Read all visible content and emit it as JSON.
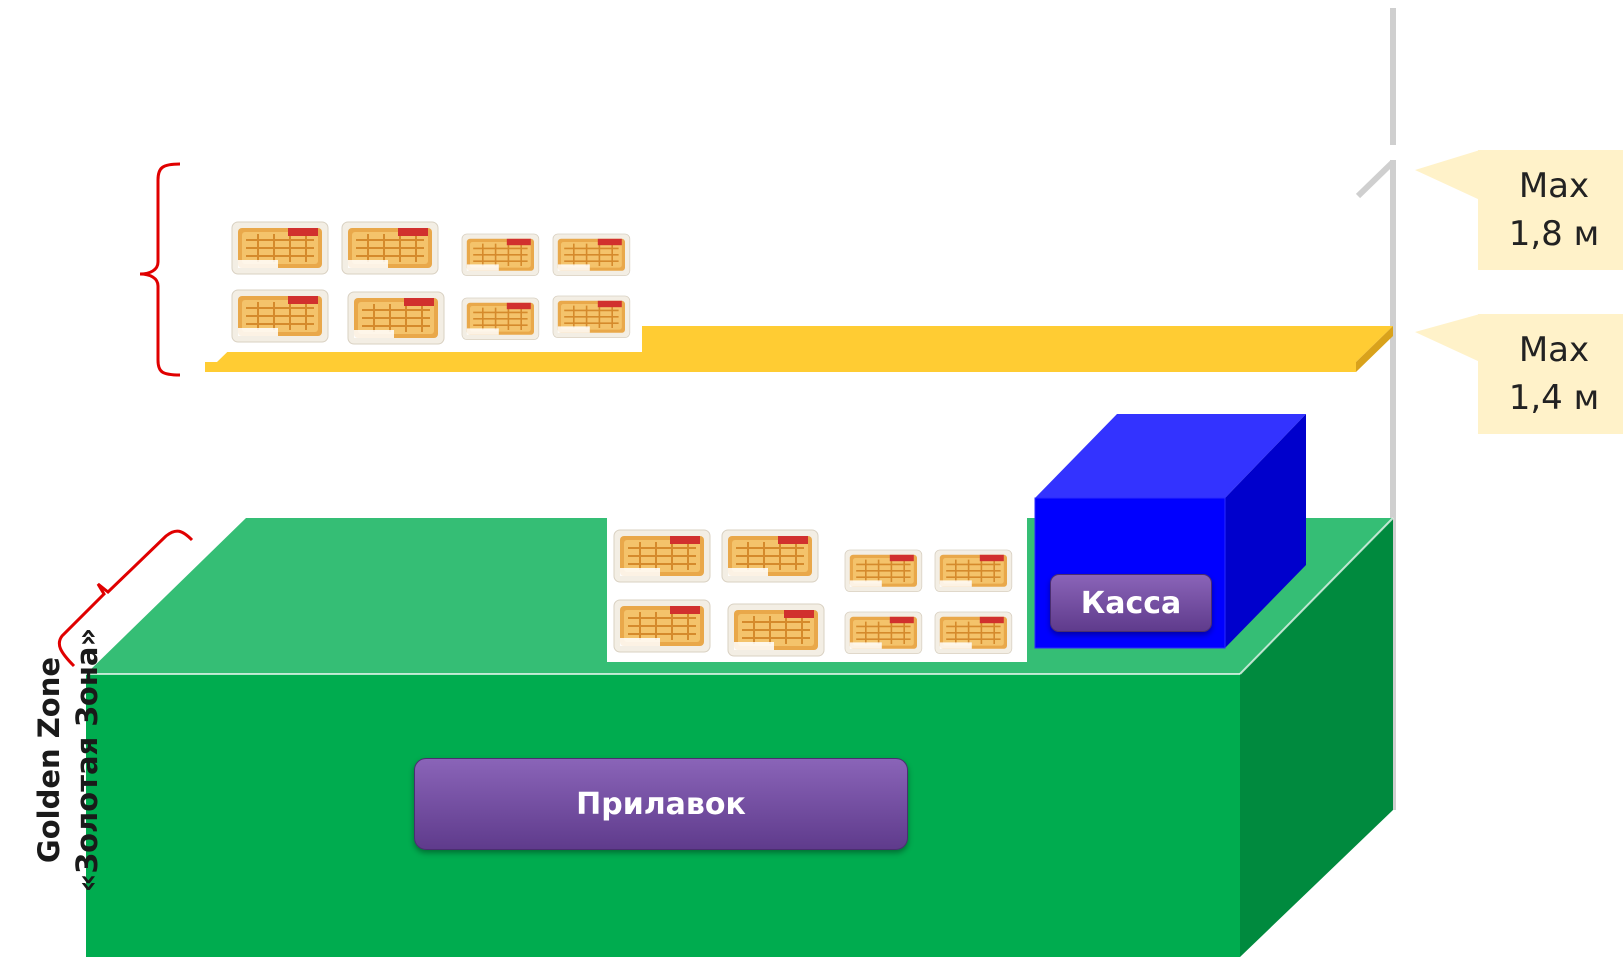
{
  "side_label": {
    "line1": "Golden Zone",
    "line2": "«Золотая Зона»"
  },
  "callouts": [
    {
      "line1": "Max",
      "line2": "1,8 м"
    },
    {
      "line1": "Max",
      "line2": "1,4 м"
    }
  ],
  "cash_register": {
    "label": "Касса"
  },
  "counter": {
    "label": "Прилавок"
  },
  "colors": {
    "counter_top": "#35be75",
    "counter_front": "#00ac4f",
    "counter_side": "#008a3e",
    "shelf": "#ffcc33",
    "register_front": "#0000ff",
    "register_top": "#3333ff",
    "register_side": "#0000cc",
    "bracket": "#e00000",
    "callout": "#fff2c9",
    "label_purple": "#7252a3"
  },
  "icons": {
    "product": "waffle-pack-icon",
    "bracket": "curly-brace-icon"
  }
}
